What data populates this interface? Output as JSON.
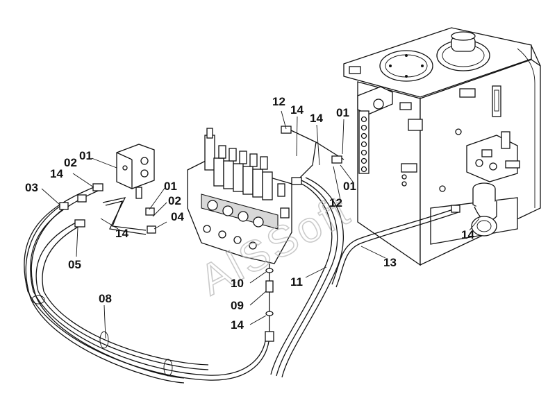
{
  "watermark": "AlSSoft",
  "labels": [
    {
      "id": "l-12a",
      "text": "12"
    },
    {
      "id": "l-14a",
      "text": "14"
    },
    {
      "id": "l-14b",
      "text": "14"
    },
    {
      "id": "l-01a",
      "text": "01"
    },
    {
      "id": "l-01b",
      "text": "01"
    },
    {
      "id": "l-02a",
      "text": "02"
    },
    {
      "id": "l-14c",
      "text": "14"
    },
    {
      "id": "l-03",
      "text": "03"
    },
    {
      "id": "l-01c",
      "text": "01"
    },
    {
      "id": "l-02b",
      "text": "02"
    },
    {
      "id": "l-04",
      "text": "04"
    },
    {
      "id": "l-14d",
      "text": "14"
    },
    {
      "id": "l-05",
      "text": "05"
    },
    {
      "id": "l-12b",
      "text": "12"
    },
    {
      "id": "l-01d",
      "text": "01"
    },
    {
      "id": "l-14e",
      "text": "14"
    },
    {
      "id": "l-13",
      "text": "13"
    },
    {
      "id": "l-11",
      "text": "11"
    },
    {
      "id": "l-10",
      "text": "10"
    },
    {
      "id": "l-09",
      "text": "09"
    },
    {
      "id": "l-14f",
      "text": "14"
    },
    {
      "id": "l-08",
      "text": "08"
    }
  ]
}
